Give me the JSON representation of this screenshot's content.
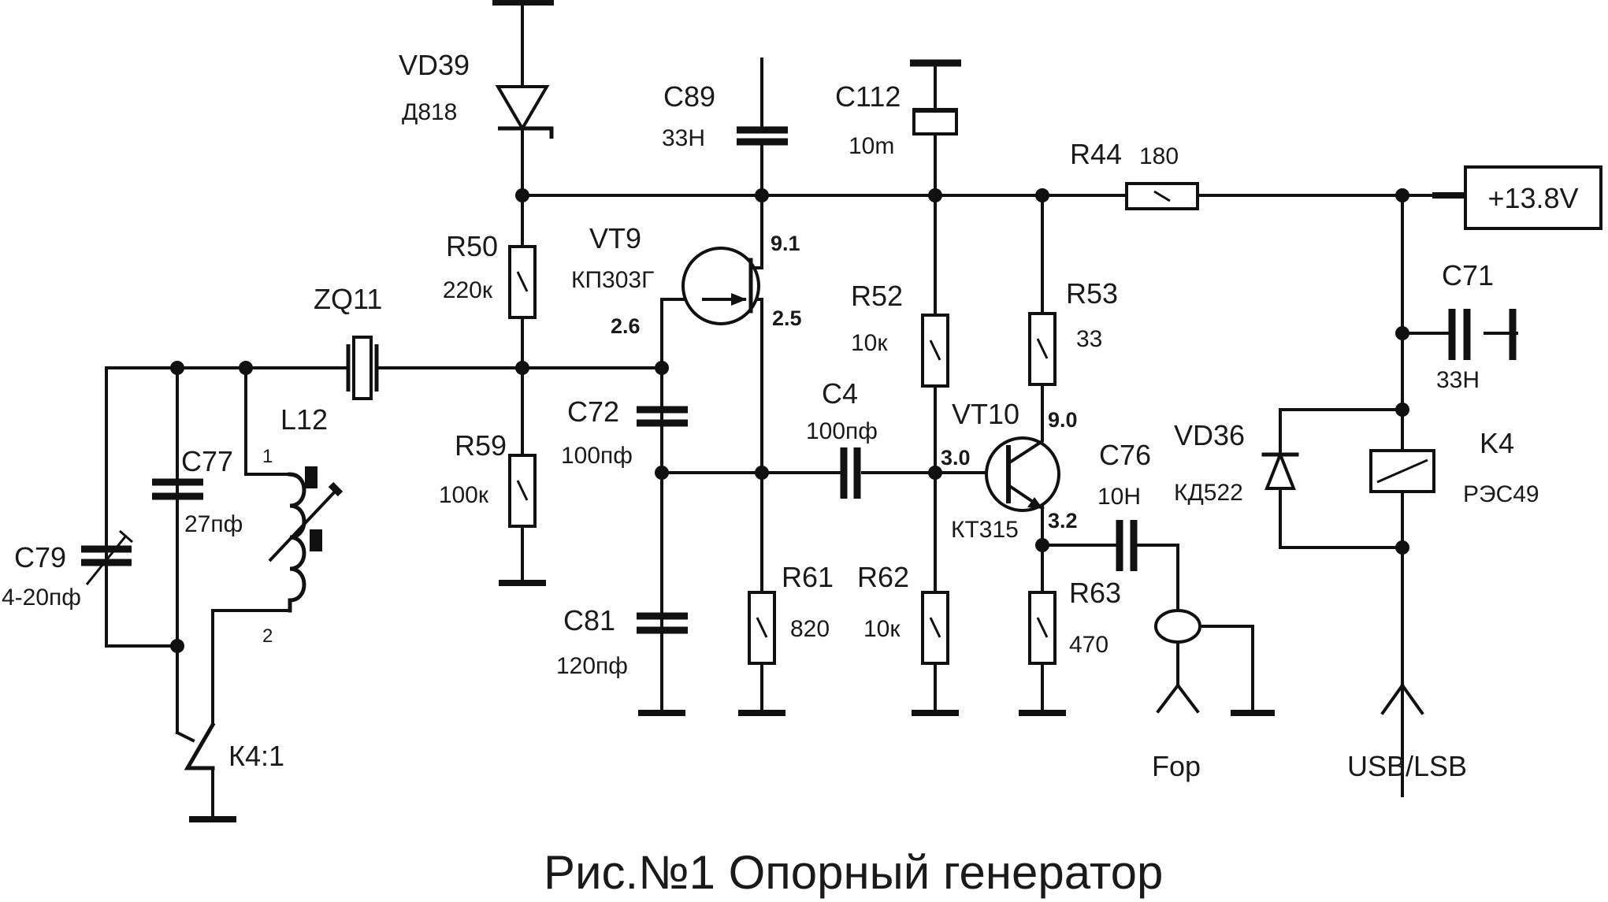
{
  "caption": "Рис.№1 Опорный генератор",
  "supply": "+13.8V",
  "components": {
    "vd39": {
      "ref": "VD39",
      "value": "Д818"
    },
    "c89": {
      "ref": "C89",
      "value": "33Н"
    },
    "c112": {
      "ref": "C112",
      "value": "10m"
    },
    "r44": {
      "ref": "R44",
      "value": "180"
    },
    "r50": {
      "ref": "R50",
      "value": "220к"
    },
    "vt9": {
      "ref": "VT9",
      "value": "КП303Г"
    },
    "zq11": {
      "ref": "ZQ11"
    },
    "l12": {
      "ref": "L12",
      "pin1": "1",
      "pin2": "2"
    },
    "c77": {
      "ref": "C77",
      "value": "27пф"
    },
    "c79": {
      "ref": "C79",
      "value": "4-20пф"
    },
    "r59": {
      "ref": "R59",
      "value": "100к"
    },
    "c72": {
      "ref": "C72",
      "value": "100пф"
    },
    "c81": {
      "ref": "C81",
      "value": "120пф"
    },
    "r61": {
      "ref": "R61",
      "value": "820"
    },
    "c4": {
      "ref": "C4",
      "value": "100пф"
    },
    "r52": {
      "ref": "R52",
      "value": "10к"
    },
    "r62": {
      "ref": "R62",
      "value": "10к"
    },
    "r53": {
      "ref": "R53",
      "value": "33"
    },
    "vt10": {
      "ref": "VT10",
      "value": "КТ315"
    },
    "c76": {
      "ref": "C76",
      "value": "10Н"
    },
    "r63": {
      "ref": "R63",
      "value": "470"
    },
    "c71": {
      "ref": "C71",
      "value": "33Н"
    },
    "vd36": {
      "ref": "VD36",
      "value": "КД522"
    },
    "k4": {
      "ref": "K4",
      "value": "РЭС49"
    },
    "k4_1": {
      "ref": "К4:1"
    }
  },
  "voltages": {
    "vt9_drain": "9.1",
    "vt9_gate": "2.6",
    "vt9_source": "2.5",
    "vt10_collector": "9.0",
    "vt10_base": "3.0",
    "vt10_emitter": "3.2"
  },
  "connectors": {
    "fop": "Fop",
    "usb_lsb": "USB/LSB"
  }
}
